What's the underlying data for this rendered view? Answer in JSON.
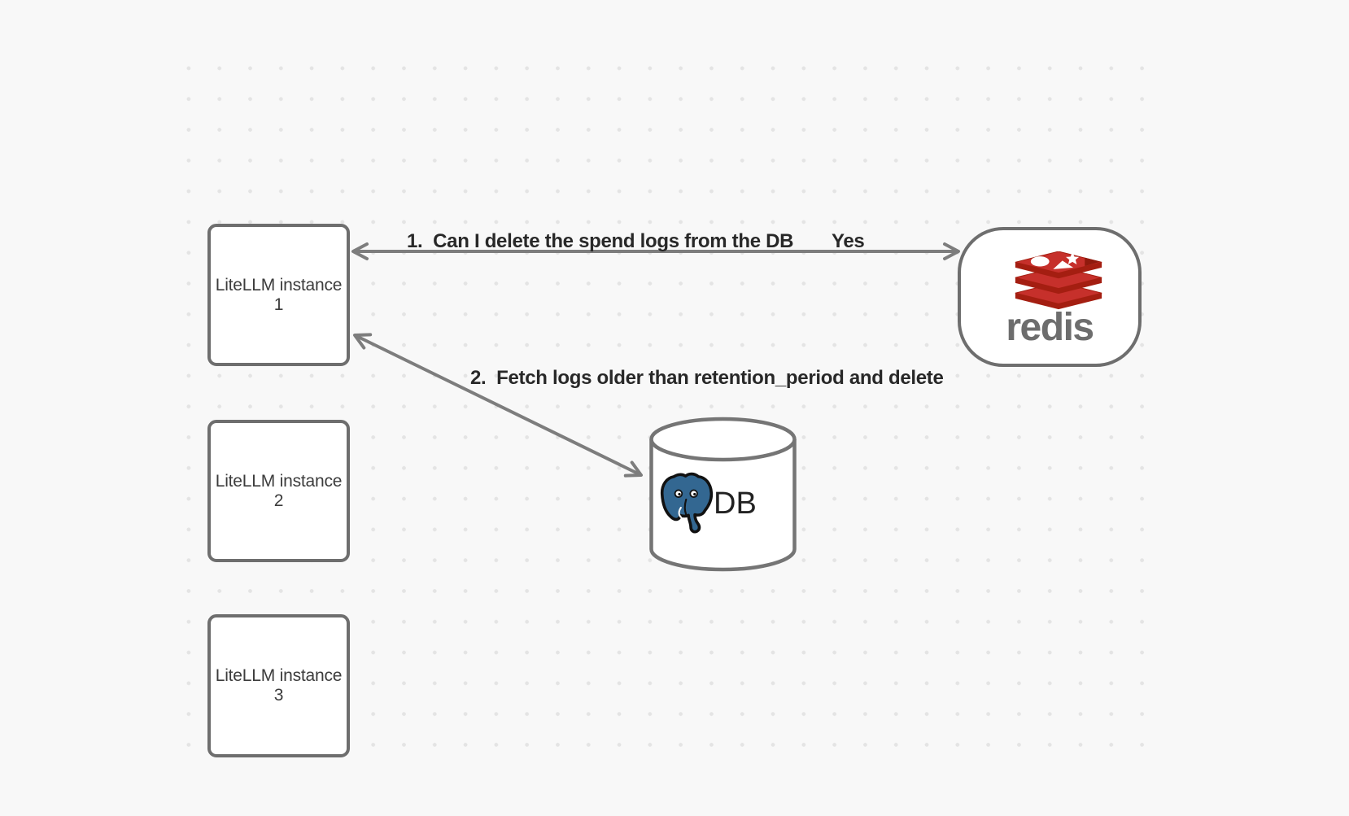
{
  "nodes": {
    "instance1": {
      "label": "LiteLLM instance 1"
    },
    "instance2": {
      "label": "LiteLLM instance 2"
    },
    "instance3": {
      "label": "LiteLLM instance 3"
    },
    "redis": {
      "wordmark": "redis"
    },
    "db": {
      "label": "DB"
    }
  },
  "edges": {
    "edge1": {
      "label": "1.  Can I delete the spend logs from the DB",
      "answer": "Yes",
      "endpoints": "LiteLLM instance 1 ↔ redis"
    },
    "edge2": {
      "label": "2.  Fetch logs older than retention_period and delete",
      "endpoints": "LiteLLM instance 1 ↔ DB"
    }
  },
  "colors": {
    "background": "#f8f8f8",
    "dot": "#e4e4e4",
    "node_border": "#6e6e6e",
    "node_fill": "#ffffff",
    "arrow": "#7d7d7d",
    "node_text": "#3c3c3c",
    "label_text": "#282828",
    "redis_red": "#c6302b",
    "redis_red_dark": "#a41e11",
    "redis_wordmark_gray": "#6d6d6d",
    "postgres_blue": "#336791",
    "db_text": "#222222"
  }
}
